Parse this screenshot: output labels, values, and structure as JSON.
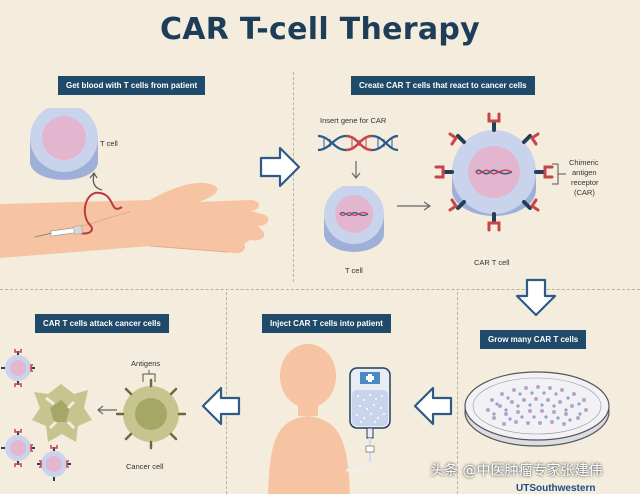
{
  "title": "CAR T-cell Therapy",
  "steps": {
    "get_blood": "Get blood with T cells from patient",
    "create_car": "Create CAR T cells that react to cancer cells",
    "grow": "Grow many CAR T cells",
    "inject": "Inject CAR T cells into patient",
    "attack": "CAR T cells attack cancer cells"
  },
  "labels": {
    "t_cell_top": "T cell",
    "insert_gene": "Insert gene for CAR",
    "t_cell_mid": "T cell",
    "car_t_cell": "CAR T cell",
    "chimeric_1": "Chimeric",
    "chimeric_2": "antigen",
    "chimeric_3": "receptor",
    "chimeric_4": "(CAR)",
    "antigens": "Antigens",
    "cancer_cell": "Cancer cell"
  },
  "watermark": "头条 @中医肿瘤专家张建伟",
  "logo": "UTSouthwestern",
  "colors": {
    "background": "#f4ecdc",
    "navy": "#1f4a6a",
    "cell_blue": "#c9d3ec",
    "nucleus_pink": "#e3b6cf",
    "receptor_red": "#c8454a",
    "cancer_green": "#c7c58f",
    "skin": "#f6c4a3"
  }
}
